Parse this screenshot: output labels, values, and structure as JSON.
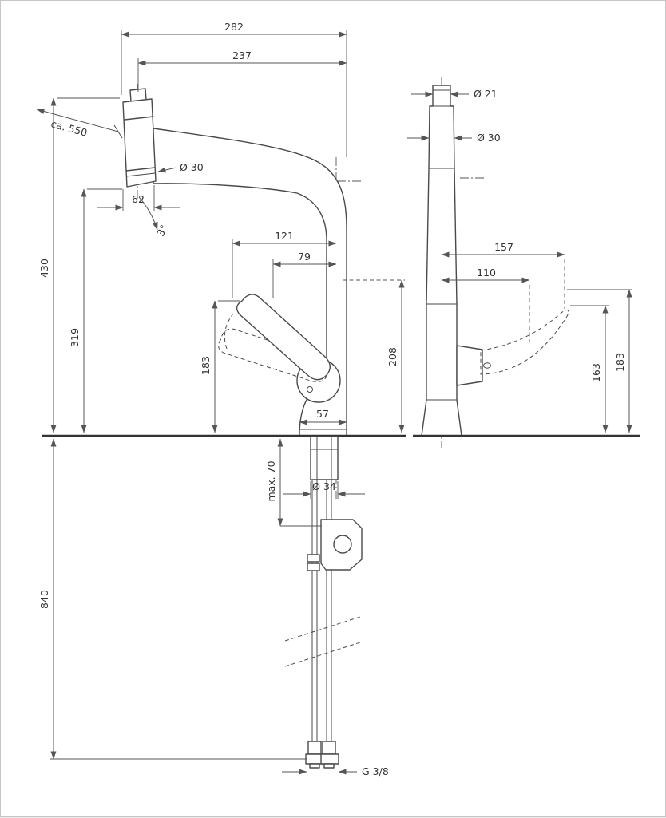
{
  "drawing": {
    "side": {
      "dim_282": "282",
      "dim_237": "237",
      "hose_pullout": "ca. 550",
      "spray_dia": "Ø 30",
      "dim_62": "62",
      "angle": "3°",
      "dim_430": "430",
      "dim_319": "319",
      "dim_121": "121",
      "dim_79": "79",
      "dim_183": "183",
      "dim_208": "208",
      "dim_57": "57",
      "shank_dia": "Ø 34",
      "max_deck": "max. 70",
      "dim_840": "840",
      "connection": "G 3/8"
    },
    "front": {
      "dia_21": "Ø 21",
      "dia_30": "Ø 30",
      "dim_157": "157",
      "dim_110": "110",
      "dim_163": "163",
      "dim_183": "183"
    }
  }
}
